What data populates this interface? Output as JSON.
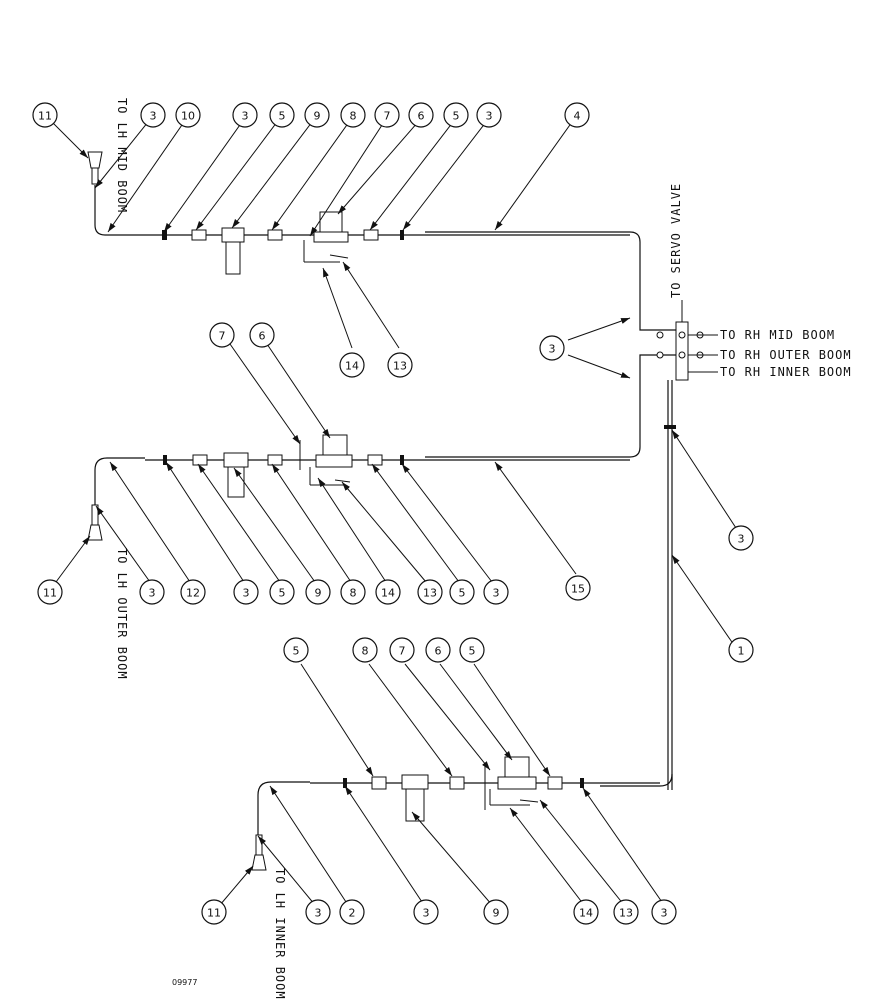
{
  "labels": {
    "lh_mid_boom": "TO LH MID BOOM",
    "lh_outer_boom": "TO LH OUTER BOOM",
    "lh_inner_boom": "TO LH INNER BOOM",
    "servo_valve": "TO SERVO VALVE",
    "rh_mid_boom": "TO RH MID BOOM",
    "rh_outer_boom": "TO RH OUTER BOOM",
    "rh_inner_boom": "TO RH INNER BOOM"
  },
  "drawing_number": "09977",
  "callouts_top": [
    "11",
    "3",
    "10",
    "3",
    "5",
    "9",
    "8",
    "7",
    "6",
    "5",
    "3",
    "4",
    "14",
    "13"
  ],
  "callouts_middle": [
    "7",
    "6",
    "3",
    "3",
    "11",
    "3",
    "12",
    "3",
    "5",
    "9",
    "8",
    "14",
    "13",
    "5",
    "3",
    "15"
  ],
  "callouts_bottom": [
    "5",
    "8",
    "7",
    "6",
    "5",
    "1",
    "11",
    "3",
    "2",
    "3",
    "9",
    "14",
    "13",
    "3"
  ]
}
